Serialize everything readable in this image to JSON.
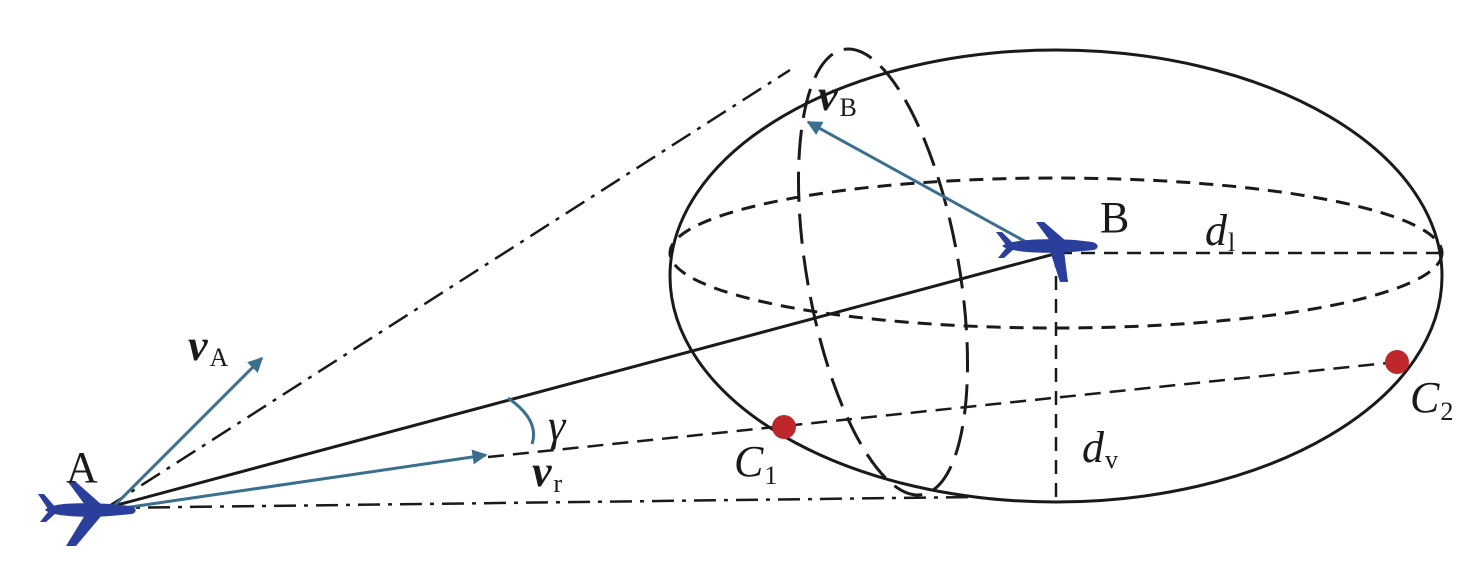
{
  "labels": {
    "point_a": "A",
    "point_b": "B",
    "v_a": {
      "main": "v",
      "sub": "A"
    },
    "v_b": {
      "main": "v",
      "sub": "B"
    },
    "v_r": {
      "main": "v",
      "sub": "r"
    },
    "gamma": "γ",
    "d_l": {
      "main": "d",
      "sub": "l"
    },
    "d_v": {
      "main": "d",
      "sub": "v"
    },
    "c1": {
      "main": "C",
      "sub": "1"
    },
    "c2": {
      "main": "C",
      "sub": "2"
    }
  },
  "colors": {
    "vector": "#3a6f8f",
    "outline": "#1a1a1a",
    "point": "#c0272d",
    "aircraft": "#2a3e9c"
  },
  "icons": [
    "aircraft-icon-a",
    "aircraft-icon-b"
  ]
}
